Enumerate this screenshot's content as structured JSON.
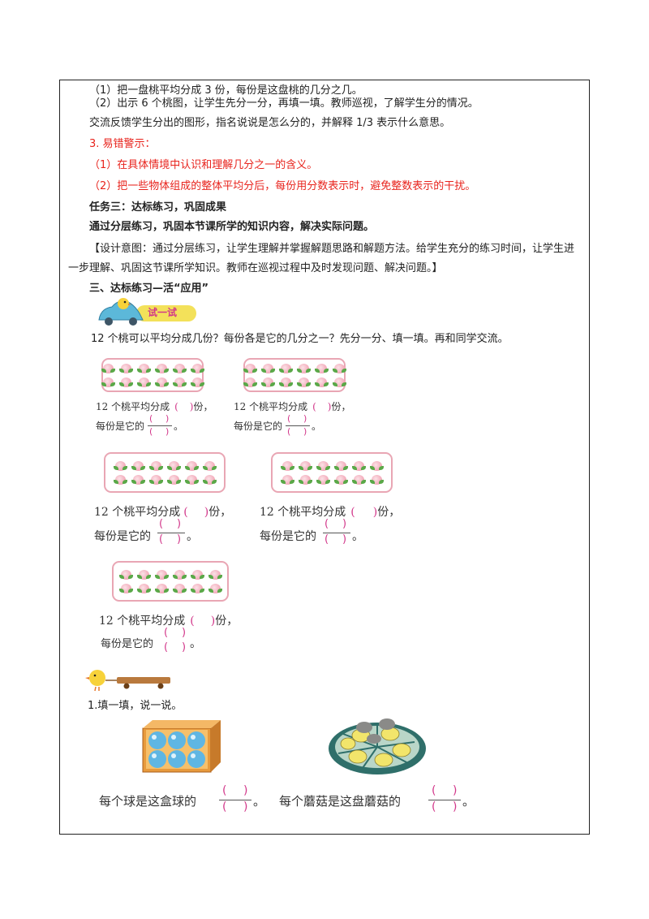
{
  "section2": {
    "line1": "（1）把一盘桃平均分成 3 份，每份是这盘桃的几分之几。",
    "line2": "（2）出示 6 个桃图，让学生先分一分，再填一填。教师巡视，了解学生分的情况。",
    "line3": "交流反馈学生分出的图形，指名说说是怎么分的，并解释 1/3 表示什么意思。",
    "warn_title": "3. 易错警示：",
    "warn1": "（1）在具体情境中认识和理解几分之一的含义。",
    "warn2": "（2）把一些物体组成的整体平均分后，每份用分数表示时，避免整数表示的干扰。"
  },
  "task3": {
    "title": "任务三：达标练习，巩固成果",
    "subtitle": "通过分层练习，巩固本节课所学的知识内容，解决实际问题。",
    "design": "【设计意图：通过分层练习，让学生理解并掌握解题思路和解题方法。给学生充分的练习时间，让学生进一步理解、巩固这节课所学知识。教师在巡视过程中及时发现问题、解决问题。】"
  },
  "section3": {
    "heading": "三、达标练习—活“应用”",
    "badge": "试一试",
    "question": "12 个桃可以平均分成几份？每份各是它的几分之一？先分一分、填一填。再和同学交流。",
    "exercise_line1_prefix": "12 个桃平均分成",
    "exercise_line1_suffix": "份，",
    "exercise_line2": "每份是它的",
    "paren_open": "(",
    "paren_close": ")",
    "period": "。"
  },
  "part2": {
    "instruction": "1.填一填，说一说。",
    "ball_text": "每个球是这盒球的",
    "mushroom_text": "每个蘑菇是这盘蘑菇的",
    "period": "。"
  },
  "colors": {
    "warning": "#e8231c",
    "paren": "#d2378a",
    "peach_border": "#e9a6b4"
  },
  "icons": [
    "car-chick-icon",
    "chick-cart-icon",
    "peach-icon",
    "ball-box-icon",
    "mushroom-plate-icon"
  ]
}
